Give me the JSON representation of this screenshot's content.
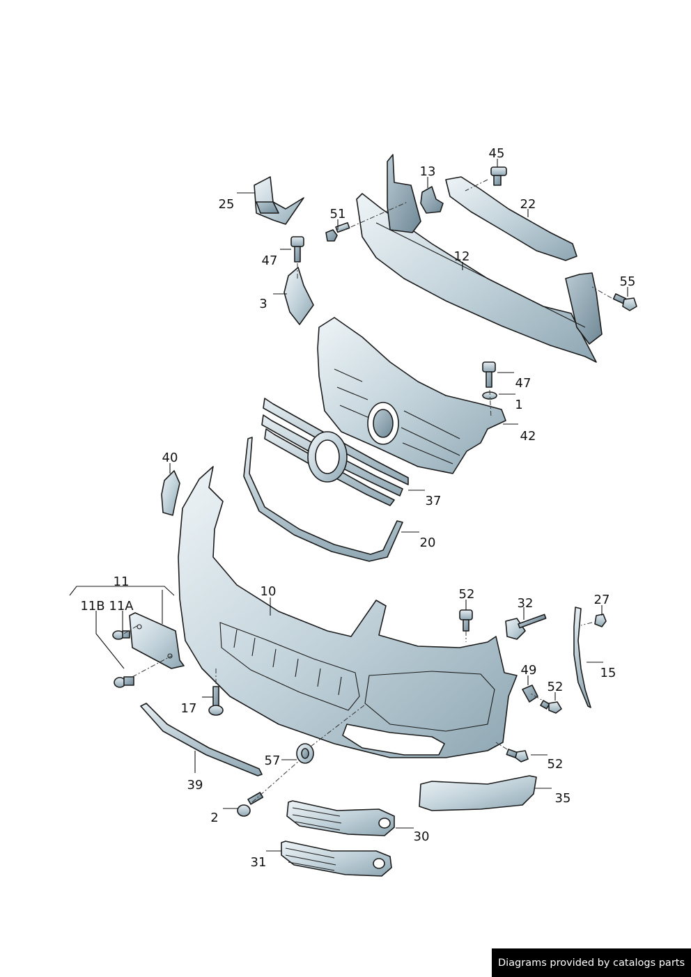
{
  "credit": "Diagrams provided by catalogs parts",
  "labels": {
    "l45": "45",
    "l13": "13",
    "l25": "25",
    "l22": "22",
    "l51": "51",
    "l47a": "47",
    "l12": "12",
    "l55": "55",
    "l3": "3",
    "l47b": "47",
    "l1": "1",
    "l42": "42",
    "l40": "40",
    "l37": "37",
    "l20": "20",
    "l11": "11",
    "l11b": "11B",
    "l11a": "11A",
    "l10": "10",
    "l52a": "52",
    "l32": "32",
    "l27": "27",
    "l15": "15",
    "l49": "49",
    "l52b": "52",
    "l17": "17",
    "l57": "57",
    "l52c": "52",
    "l39": "39",
    "l35": "35",
    "l2": "2",
    "l30": "30",
    "l31": "31"
  },
  "colors": {
    "part_fill": "#c5d5dc",
    "part_dark": "#8fa6b2",
    "outline": "#1a1a1a"
  }
}
